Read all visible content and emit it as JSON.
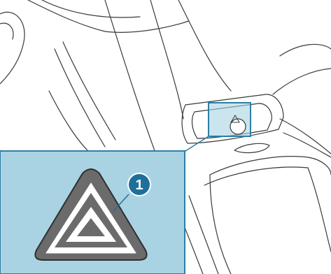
{
  "diagram": {
    "type": "car-interior-line-illustration",
    "subject": "hazard-warning-button-location",
    "callouts": [
      {
        "number": "1"
      }
    ],
    "colors": {
      "line": "#3a3a3a",
      "highlight_fill": "#a9d3e3",
      "highlight_border": "#2d7fa6",
      "callout_circle": "#1f6f9a",
      "triangle_outer": "#6b6b6b",
      "triangle_inner": "#ffffff",
      "background": "#ffffff"
    }
  }
}
